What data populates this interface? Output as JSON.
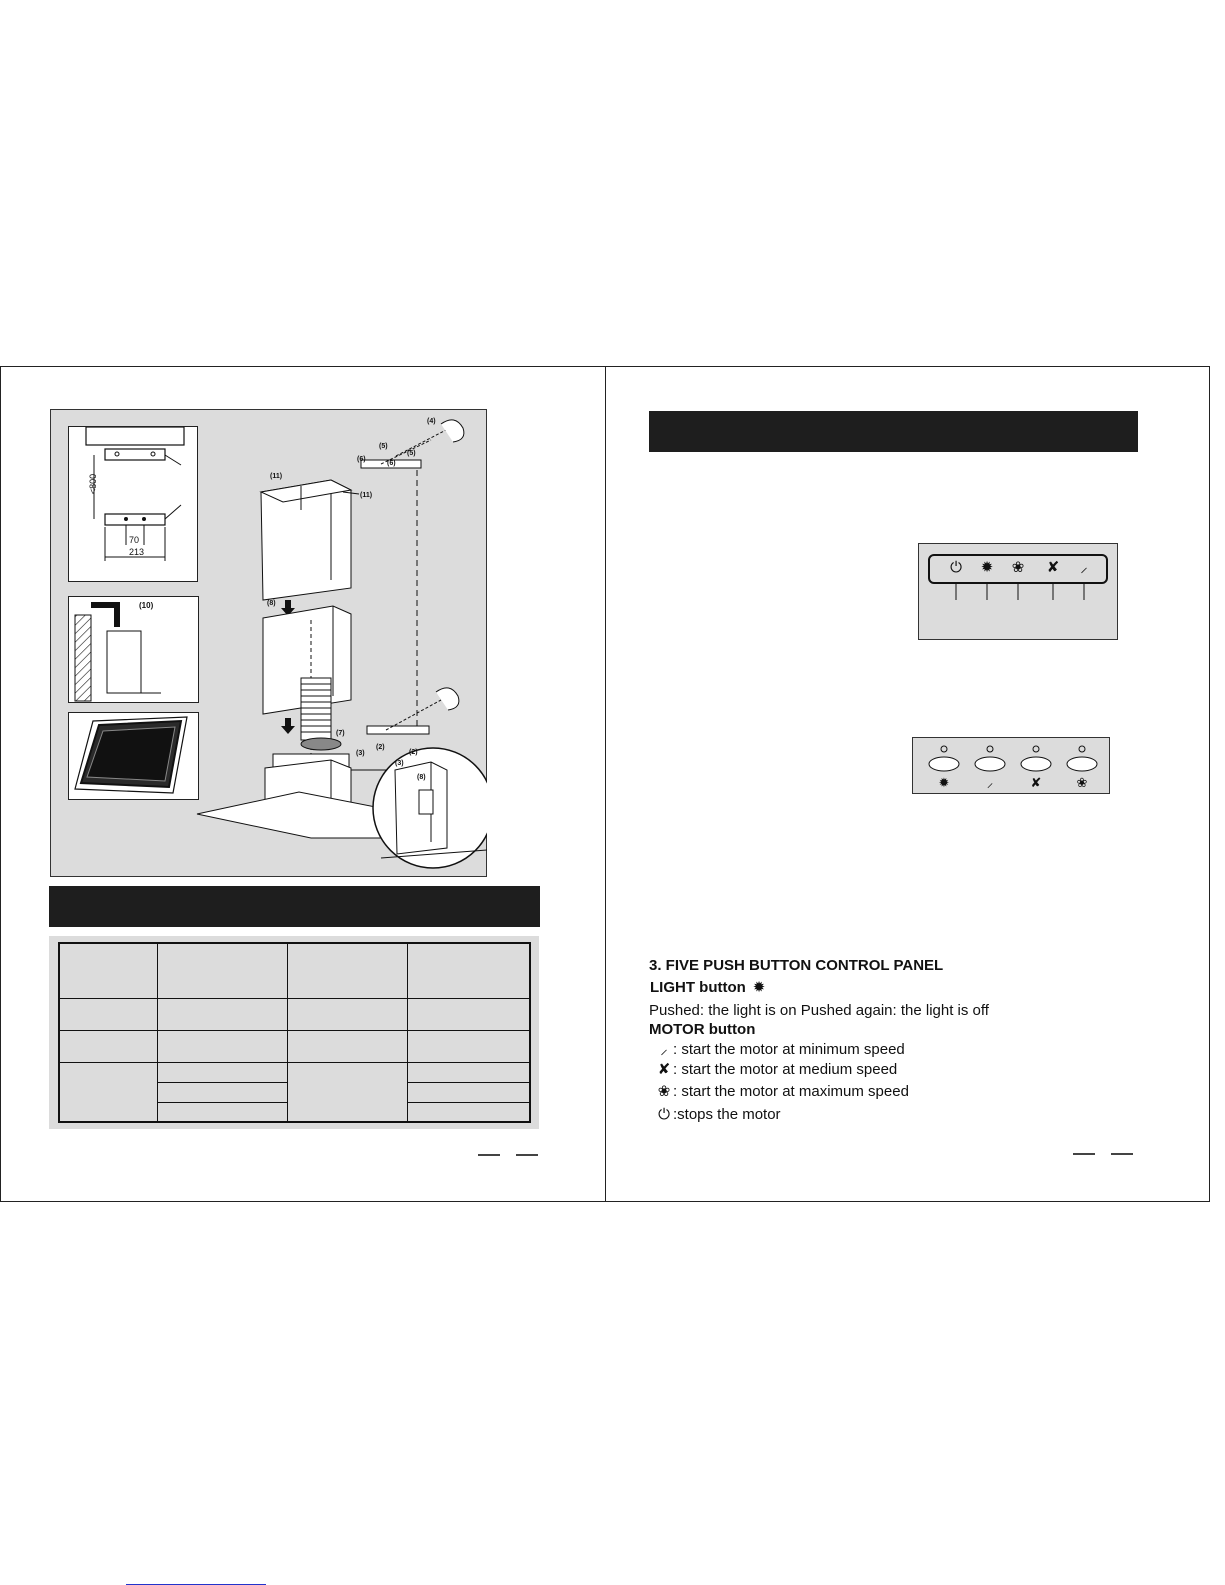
{
  "left_page": {
    "figure": {
      "callouts": [
        "(4)",
        "(5)",
        "(5)",
        "(6)",
        "(6)",
        "(11)",
        "(11)",
        "(8)",
        "(10)",
        "(2)",
        "(2)",
        "(3)",
        "(3)",
        "(7)",
        "(8)"
      ],
      "dimensions": {
        "height": "<800",
        "spacing": "70",
        "width": "213"
      }
    }
  },
  "right_page": {
    "section": {
      "title": "3. FIVE  PUSH  BUTTON CONTROL PANEL",
      "light_heading": "LIGHT button",
      "light_text": "Pushed: the light is on  Pushed  again: the light is off",
      "motor_heading": "MOTOR button",
      "items": [
        {
          "icon": "min-speed-icon",
          "text": ": start the motor at minimum speed"
        },
        {
          "icon": "medium-speed-icon",
          "text": ": start the motor at medium speed"
        },
        {
          "icon": "max-speed-icon",
          "text": ": start the motor at maximum speed"
        },
        {
          "icon": "power-icon",
          "text": ":stops the motor"
        }
      ]
    }
  },
  "colors": {
    "bar": "#1e1e1e",
    "figure_bg": "#dcdcdc"
  }
}
